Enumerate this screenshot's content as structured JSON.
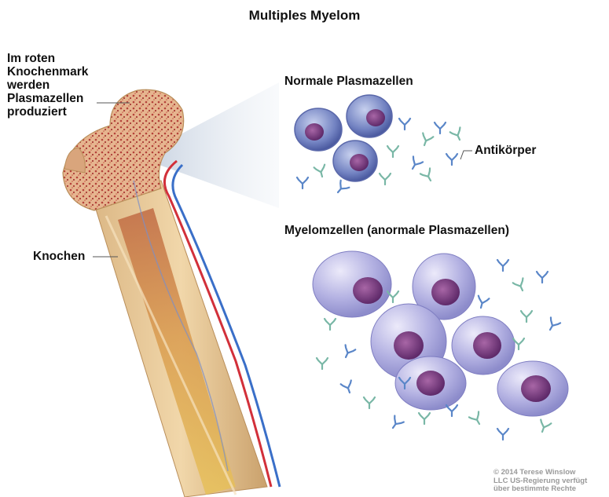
{
  "title": "Multiples Myelom",
  "labels": {
    "marrow": [
      "Im roten",
      "Knochenmark",
      "werden",
      "Plasmazellen",
      "produziert"
    ],
    "bone": "Knochen",
    "normal_cells": "Normale Plasmazellen",
    "antibodies": "Antikörper",
    "myeloma_cells": "Myelomzellen (anormale Plasmazellen)"
  },
  "copyright": [
    "© 2014 Terese Winslow",
    "LLC US-Regierung verfügt",
    "über bestimmte Rechte"
  ],
  "colors": {
    "bone": "#e8c79a",
    "marrow": "#c0504a",
    "artery": "#d2303a",
    "vein": "#3a6fc8",
    "normal_cell": "#6a79b8",
    "myeloma_cell": "#a9a8da",
    "nucleus": "#7a3a80",
    "antibody_blue": "#5a86c8",
    "antibody_green": "#79b7a6"
  }
}
